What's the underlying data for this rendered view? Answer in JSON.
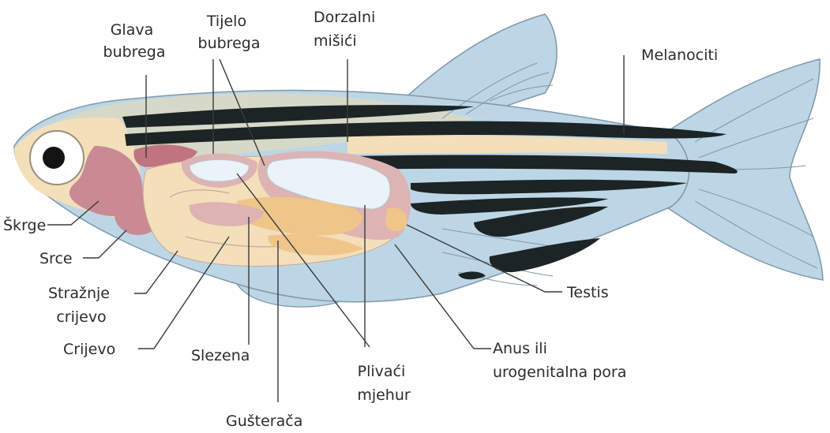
{
  "labels": {
    "glava_bubrega": [
      "Glava",
      "bubrega"
    ],
    "tijelo_bubrega": [
      "Tijelo",
      "bubrega"
    ],
    "dorzalni_misici": [
      "Dorzalni",
      "mišići"
    ],
    "melanociti": [
      "Melanociti"
    ],
    "skrge": [
      "Škrge"
    ],
    "srce": [
      "Srce"
    ],
    "straznje_crijevo": [
      "Stražnje",
      "crijevo"
    ],
    "crijevo": [
      "Crijevo"
    ],
    "slezena": [
      "Slezena"
    ],
    "gusteraca": [
      "Gušterača"
    ],
    "plivaci_mjehur": [
      "Plivaći",
      "mjehur"
    ],
    "anus": [
      "Anus ili",
      "urogenitalna pora"
    ],
    "testis": [
      "Testis"
    ]
  },
  "colors": {
    "fin": "#bcd6e6",
    "fin_stroke": "#7e98aa",
    "body_back": "#d6d9c7",
    "cream": "#f3dfba",
    "stripe": "#1c2425",
    "gill": "#c98a94",
    "kidney": "#c07480",
    "organ_pink": "#ddb3b3",
    "orange": "#efc58a",
    "bladder": "#eaf3f8"
  }
}
